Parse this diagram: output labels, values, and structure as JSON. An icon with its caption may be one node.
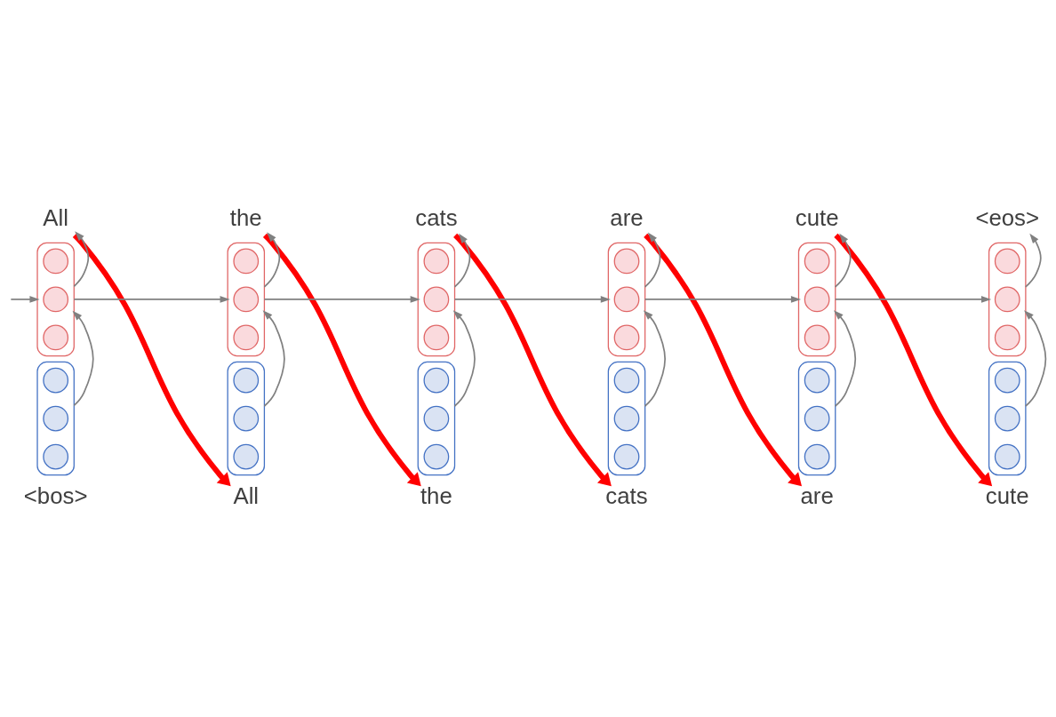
{
  "diagram": {
    "nodes": [
      {
        "text": [
          "All"
        ]
      },
      {
        "text": [
          "the"
        ]
      },
      {
        "text": [
          "cats"
        ]
      },
      {
        "text": [
          "are"
        ]
      },
      {
        "text": [
          "cute"
        ]
      },
      {
        "text": [
          "<eos>"
        ]
      },
      {
        "text": [],
        "shape": "box"
      },
      {
        "text": [],
        "shape": "circle",
        "in": 6
      },
      {
        "text": [],
        "shape": "circle",
        "in": 6
      },
      {
        "text": [],
        "shape": "circle",
        "in": 6
      },
      {
        "text": [],
        "shape": "box"
      },
      {
        "text": [],
        "shape": "circle",
        "in": 10
      },
      {
        "text": [],
        "shape": "circle",
        "in": 10
      },
      {
        "text": [],
        "shape": "circle",
        "in": 10
      },
      {
        "text": [],
        "shape": "box"
      },
      {
        "text": [],
        "shape": "circle",
        "in": 14
      },
      {
        "text": [],
        "shape": "circle",
        "in": 14
      },
      {
        "text": [],
        "shape": "circle",
        "in": 14
      },
      {
        "text": [],
        "shape": "box"
      },
      {
        "text": [],
        "shape": "circle",
        "in": 18
      },
      {
        "text": [],
        "shape": "circle",
        "in": 18
      },
      {
        "text": [],
        "shape": "circle",
        "in": 18
      },
      {
        "text": [],
        "shape": "box"
      },
      {
        "text": [],
        "shape": "circle",
        "in": 22
      },
      {
        "text": [],
        "shape": "circle",
        "in": 22
      },
      {
        "text": [],
        "shape": "circle",
        "in": 22
      },
      {
        "text": [],
        "shape": "box"
      },
      {
        "text": [],
        "shape": "circle",
        "in": 26
      },
      {
        "text": [],
        "shape": "circle",
        "in": 26
      },
      {
        "text": [],
        "shape": "circle",
        "in": 26
      },
      {
        "text": [],
        "shape": "box"
      },
      {
        "text": [],
        "shape": "circle",
        "in": 30
      },
      {
        "text": [],
        "shape": "circle",
        "in": 30
      },
      {
        "text": [],
        "shape": "circle",
        "in": 30
      },
      {
        "text": [],
        "shape": "box"
      },
      {
        "text": [],
        "shape": "circle",
        "in": 34
      },
      {
        "text": [],
        "shape": "circle",
        "in": 34
      },
      {
        "text": [],
        "shape": "circle",
        "in": 34
      },
      {
        "text": [],
        "shape": "box"
      },
      {
        "text": [],
        "shape": "circle",
        "in": 38
      },
      {
        "text": [],
        "shape": "circle",
        "in": 38
      },
      {
        "text": [],
        "shape": "circle",
        "in": 38
      },
      {
        "text": [],
        "shape": "box"
      },
      {
        "text": [],
        "shape": "circle",
        "in": 42
      },
      {
        "text": [],
        "shape": "circle",
        "in": 42
      },
      {
        "text": [],
        "shape": "circle",
        "in": 42
      },
      {
        "text": [],
        "shape": "box"
      },
      {
        "text": [],
        "shape": "circle",
        "in": 46
      },
      {
        "text": [],
        "shape": "circle",
        "in": 46
      },
      {
        "text": [],
        "shape": "circle",
        "in": 46
      },
      {
        "text": [],
        "shape": "box"
      },
      {
        "text": [],
        "shape": "circle",
        "in": 50
      },
      {
        "text": [],
        "shape": "circle",
        "in": 50
      },
      {
        "text": [],
        "shape": "circle",
        "in": 50
      },
      {
        "text": [
          "<bos>"
        ]
      },
      {
        "text": [
          "All"
        ]
      },
      {
        "text": [
          "the"
        ]
      },
      {
        "text": [
          "cats"
        ]
      },
      {
        "text": [
          "are"
        ]
      },
      {
        "text": [
          "cute"
        ]
      }
    ],
    "edges": [
      {
        "from": null,
        "to": 6,
        "arrow": "to"
      },
      {
        "from": 6,
        "to": 10,
        "arrow": "to"
      },
      {
        "from": 10,
        "to": 14,
        "arrow": "to"
      },
      {
        "from": 14,
        "to": 18,
        "arrow": "to"
      },
      {
        "from": 18,
        "to": 22,
        "arrow": "to"
      },
      {
        "from": 22,
        "to": 26,
        "arrow": "to"
      },
      {
        "from": 6,
        "to": 0,
        "arrow": "to"
      },
      {
        "from": 10,
        "to": 1,
        "arrow": "to"
      },
      {
        "from": 14,
        "to": 2,
        "arrow": "to"
      },
      {
        "from": 18,
        "to": 3,
        "arrow": "to"
      },
      {
        "from": 22,
        "to": 4,
        "arrow": "to"
      },
      {
        "from": 26,
        "to": 5,
        "arrow": "to"
      },
      {
        "from": 30,
        "to": 6,
        "arrow": "to"
      },
      {
        "from": 34,
        "to": 10,
        "arrow": "to"
      },
      {
        "from": 38,
        "to": 14,
        "arrow": "to"
      },
      {
        "from": 42,
        "to": 18,
        "arrow": "to"
      },
      {
        "from": 46,
        "to": 22,
        "arrow": "to"
      },
      {
        "from": 50,
        "to": 26,
        "arrow": "to"
      },
      {
        "from": 0,
        "to": 55,
        "arrow": "to",
        "style": "thick",
        "color": "#ff0000"
      },
      {
        "from": 1,
        "to": 56,
        "arrow": "to",
        "style": "thick",
        "color": "#ff0000"
      },
      {
        "from": 2,
        "to": 57,
        "arrow": "to",
        "style": "thick",
        "color": "#ff0000"
      },
      {
        "from": 3,
        "to": 58,
        "arrow": "to",
        "style": "thick",
        "color": "#ff0000"
      },
      {
        "from": 4,
        "to": 59,
        "arrow": "to",
        "style": "thick",
        "color": "#ff0000"
      }
    ]
  }
}
